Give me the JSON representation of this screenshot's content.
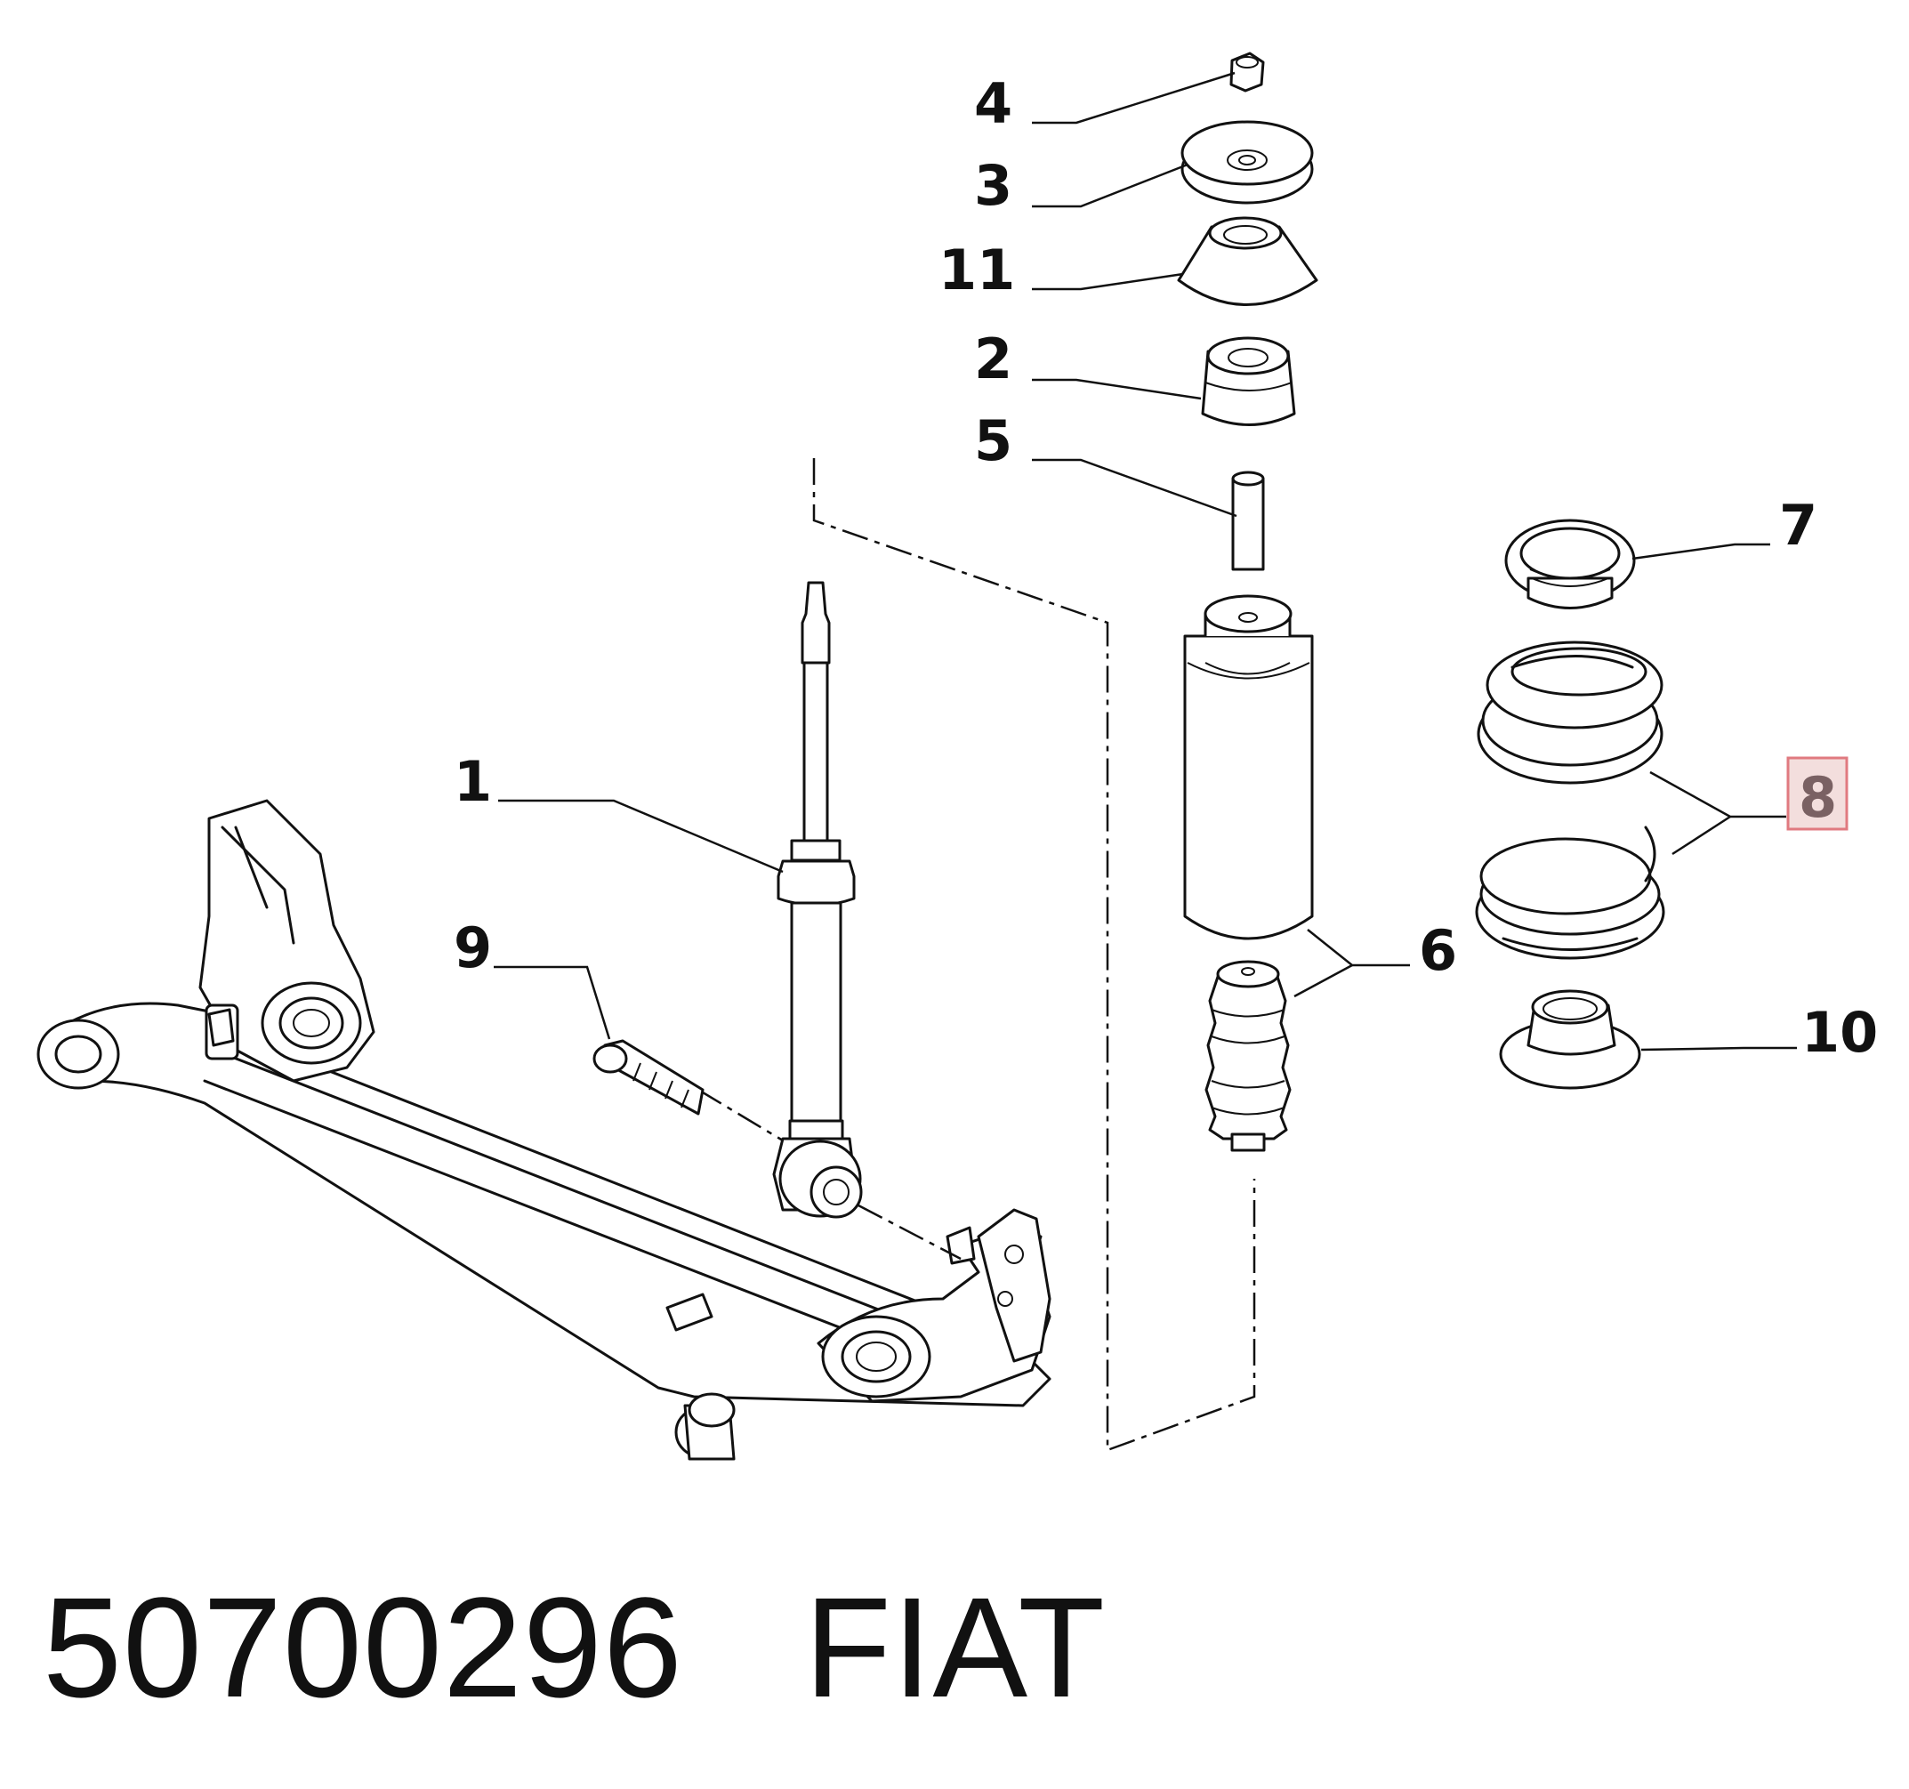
{
  "caption": {
    "part_number": "50700296",
    "brand": "FIAT"
  },
  "callouts": [
    "1",
    "2",
    "3",
    "4",
    "5",
    "6",
    "7",
    "8",
    "9",
    "10",
    "11"
  ],
  "highlighted_callout": "8",
  "colors": {
    "line": "#111111",
    "highlight_fill": "#f3dedd",
    "highlight_border": "#e07a80",
    "highlight_text": "#7a6163"
  }
}
